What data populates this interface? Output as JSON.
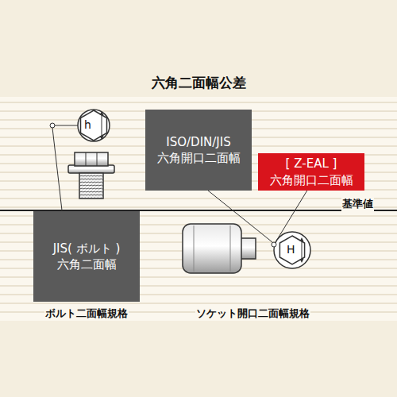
{
  "diagram": {
    "title": "六角二面幅公差",
    "nodes": [
      {
        "text": [
          "JIS( ボルト )",
          "六角二面幅"
        ]
      },
      {
        "text": [
          "ISO/DIN/JIS",
          "六角開口二面幅"
        ]
      },
      {
        "text": [
          "[ Z-EAL ]",
          "六角開口二面幅"
        ]
      }
    ],
    "labels": [
      "h",
      "H",
      "基準値",
      "ボルト二面幅規格",
      "ソケット開口二面幅規格"
    ]
  }
}
